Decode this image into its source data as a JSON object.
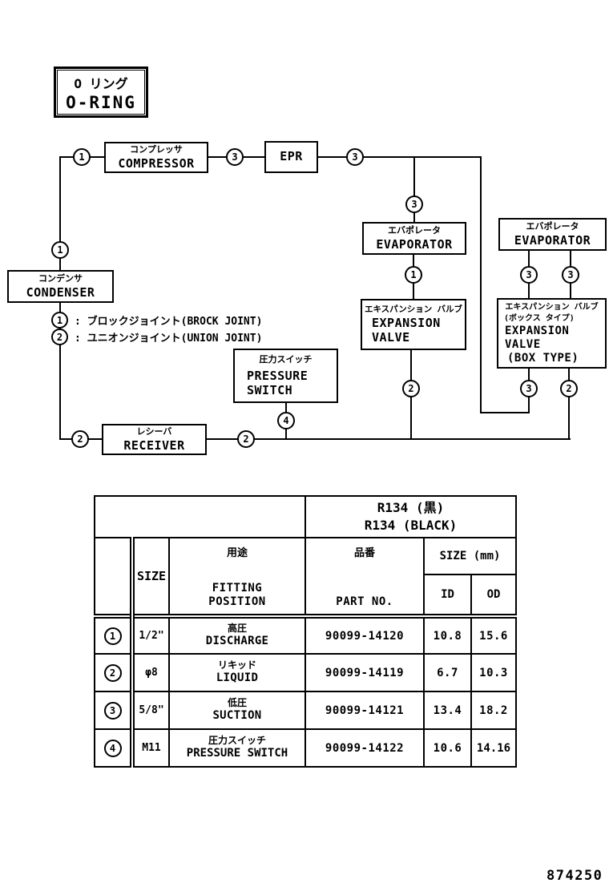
{
  "figure_number": "874250",
  "title_box": {
    "jp": "O リング",
    "en": "O-RING"
  },
  "diagram": {
    "boxes": {
      "compressor": {
        "jp": "コンプレッサ",
        "en": "COMPRESSOR"
      },
      "epr": {
        "en": "EPR"
      },
      "evaporator_left": {
        "jp": "エバポレータ",
        "en": "EVAPORATOR"
      },
      "evaporator_right": {
        "jp": "エバポレータ",
        "en": "EVAPORATOR"
      },
      "condenser": {
        "jp": "コンデンサ",
        "en": "CONDENSER"
      },
      "expansion_valve": {
        "jp": "エキスパンション バルブ",
        "en1": "EXPANSION",
        "en2": "VALVE"
      },
      "expansion_valve_box": {
        "jp1": "エキスパンション バルブ",
        "jp2": "(ボックス タイプ)",
        "en1": "EXPANSION",
        "en2": "VALVE",
        "en3": "(BOX TYPE)"
      },
      "pressure_switch": {
        "jp": "圧力スイッチ",
        "en1": "PRESSURE",
        "en2": "SWITCH"
      },
      "receiver": {
        "jp": "レシーバ",
        "en": "RECEIVER"
      }
    },
    "circles": {
      "c1": "1",
      "c2": "3",
      "c3": "3",
      "c4": "3",
      "c5": "1",
      "c6": "1",
      "c7": "3",
      "c8": "3",
      "c9": "2",
      "c10": "3",
      "c11": "2",
      "c12": "4",
      "c13": "2",
      "c14": "2"
    }
  },
  "legend": {
    "items": [
      {
        "symbol": "1",
        "label": ": ブロックジョイント(BROCK JOINT)"
      },
      {
        "symbol": "2",
        "label": ": ユニオンジョイント(UNION JOINT)"
      }
    ]
  },
  "table": {
    "refrigerant_jp": "R134 (黒)",
    "refrigerant_en": "R134 (BLACK)",
    "headers": {
      "size": "SIZE",
      "fitting_jp": "用途",
      "fitting_en1": "FITTING",
      "fitting_en2": "POSITION",
      "part_jp": "品番",
      "part_en": "PART NO.",
      "size_mm": "SIZE (mm)",
      "id": "ID",
      "od": "OD"
    },
    "rows": [
      {
        "symbol": "1",
        "size": "1/2\"",
        "position_jp": "高圧",
        "position_en": "DISCHARGE",
        "part_no": "90099-14120",
        "id": "10.8",
        "od": "15.6"
      },
      {
        "symbol": "2",
        "size": "φ8",
        "position_jp": "リキッド",
        "position_en": "LIQUID",
        "part_no": "90099-14119",
        "id": "6.7",
        "od": "10.3"
      },
      {
        "symbol": "3",
        "size": "5/8\"",
        "position_jp": "低圧",
        "position_en": "SUCTION",
        "part_no": "90099-14121",
        "id": "13.4",
        "od": "18.2"
      },
      {
        "symbol": "4",
        "size": "M11",
        "position_jp": "圧力スイッチ",
        "position_en": "PRESSURE SWITCH",
        "part_no": "90099-14122",
        "id": "10.6",
        "od": "14.16"
      }
    ]
  }
}
